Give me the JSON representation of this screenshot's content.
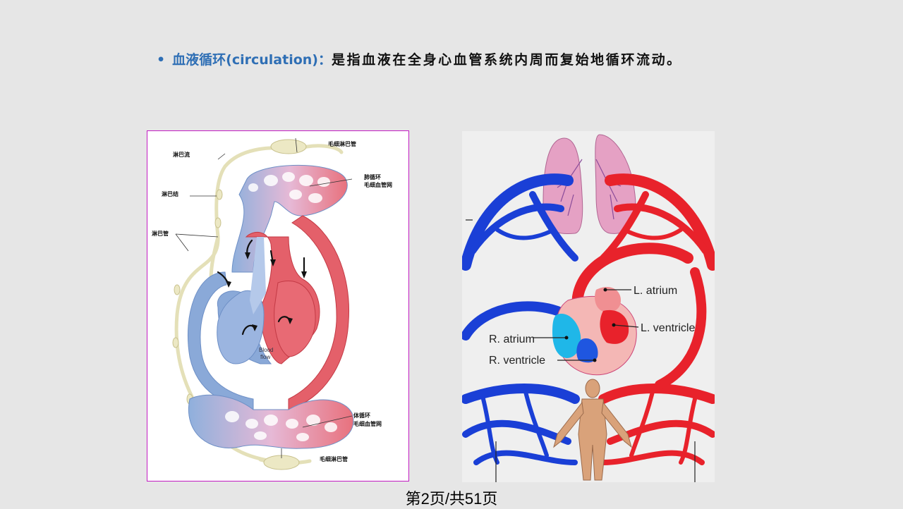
{
  "header": {
    "bullet": "•",
    "term": "血液循环(circulation)：",
    "description": "是指血液在全身心血管系统内周而复始地循环流动。"
  },
  "left_figure": {
    "labels": {
      "lymph_flow": "淋巴流",
      "lymph_node": "淋巴结",
      "lymph_vessel": "淋巴管",
      "lymph_capillary_top": "毛细淋巴管",
      "pulmonary_1": "肺循环",
      "pulmonary_2": "毛细血管网",
      "systemic_1": "体循环",
      "systemic_2": "毛细血管网",
      "lymph_capillary_bottom": "毛细淋巴管",
      "blood_flow_1": "Blood",
      "blood_flow_2": "flow"
    }
  },
  "right_figure": {
    "labels": {
      "l_atrium": "L. atrium",
      "l_ventricle": "L. ventricle",
      "r_atrium": "R. atrium",
      "r_ventricle": "R. ventricle"
    }
  },
  "footer": {
    "page": "第2页/共51页"
  },
  "colors": {
    "accent": "#2f6fb5",
    "artery": "#e8222b",
    "vein": "#1a3fd6",
    "frame": "#c21bc2"
  }
}
